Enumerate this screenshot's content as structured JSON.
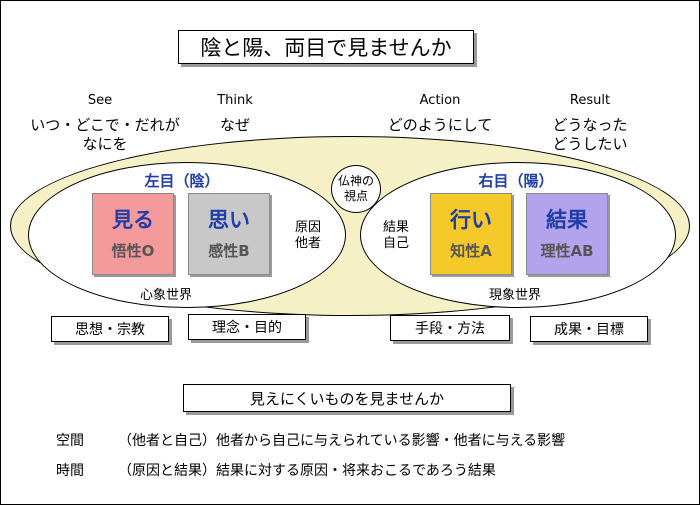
{
  "title": "陰と陽、両目で見ませんか",
  "headers": [
    {
      "en": "See",
      "jp": "いつ・どこで・だれが\nなにを"
    },
    {
      "en": "Think",
      "jp": "なぜ"
    },
    {
      "en": "Action",
      "jp": "どのようにして"
    },
    {
      "en": "Result",
      "jp": "どうなった\nどうしたい"
    }
  ],
  "center_label": "仏神の\n視点",
  "left": {
    "title": "左目（陰）",
    "tiles": [
      {
        "main": "見る",
        "sub": "悟性O",
        "color": "#f59a9a"
      },
      {
        "main": "思い",
        "sub": "感性B",
        "color": "#c8c8c8"
      }
    ],
    "side_label": "原因\n他者",
    "world": "心象世界"
  },
  "right": {
    "title": "右目（陽）",
    "tiles": [
      {
        "main": "行い",
        "sub": "知性A",
        "color": "#f5c92a"
      },
      {
        "main": "結果",
        "sub": "理性AB",
        "color": "#b3a2ec"
      }
    ],
    "side_label": "結果\n自己",
    "world": "現象世界"
  },
  "pills": [
    "思想・宗教",
    "理念・目的",
    "手段・方法",
    "成果・目標"
  ],
  "subtitle": "見えにくいものを見ませんか",
  "rows": [
    {
      "label": "空間",
      "text": "（他者と自己）他者から自己に与えられている影響・他者に与える影響"
    },
    {
      "label": "時間",
      "text": "（原因と結果）結果に対する原因・将来おこるであろう結果"
    }
  ],
  "colors": {
    "ellipse_fill": "#f5f0c6",
    "title_blue": "#1f3ea8"
  }
}
